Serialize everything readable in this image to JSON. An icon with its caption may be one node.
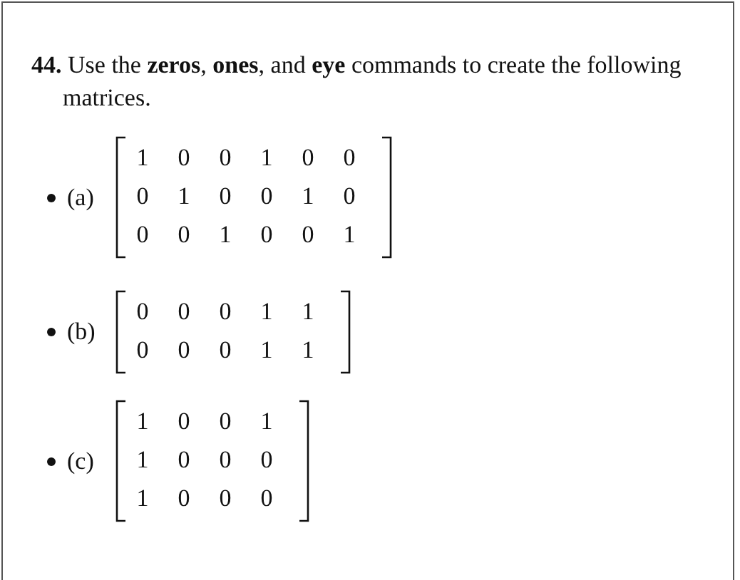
{
  "diagram": {
    "labels": [
      "**44.** Use the **zeros**, **ones**, and **eye** commands to create the following matrices.",
      "(a)",
      "1",
      "0",
      "0",
      "1",
      "0",
      "0",
      "0",
      "1",
      "0",
      "0",
      "1",
      "0",
      "0",
      "0",
      "1",
      "0",
      "0",
      "1",
      "(b)",
      "0",
      "0",
      "0",
      "1",
      "1",
      "0",
      "0",
      "0",
      "1",
      "1",
      "(c)",
      "1",
      "0",
      "0",
      "1",
      "1",
      "0",
      "0",
      "0",
      "1",
      "0",
      "0",
      "0"
    ]
  }
}
